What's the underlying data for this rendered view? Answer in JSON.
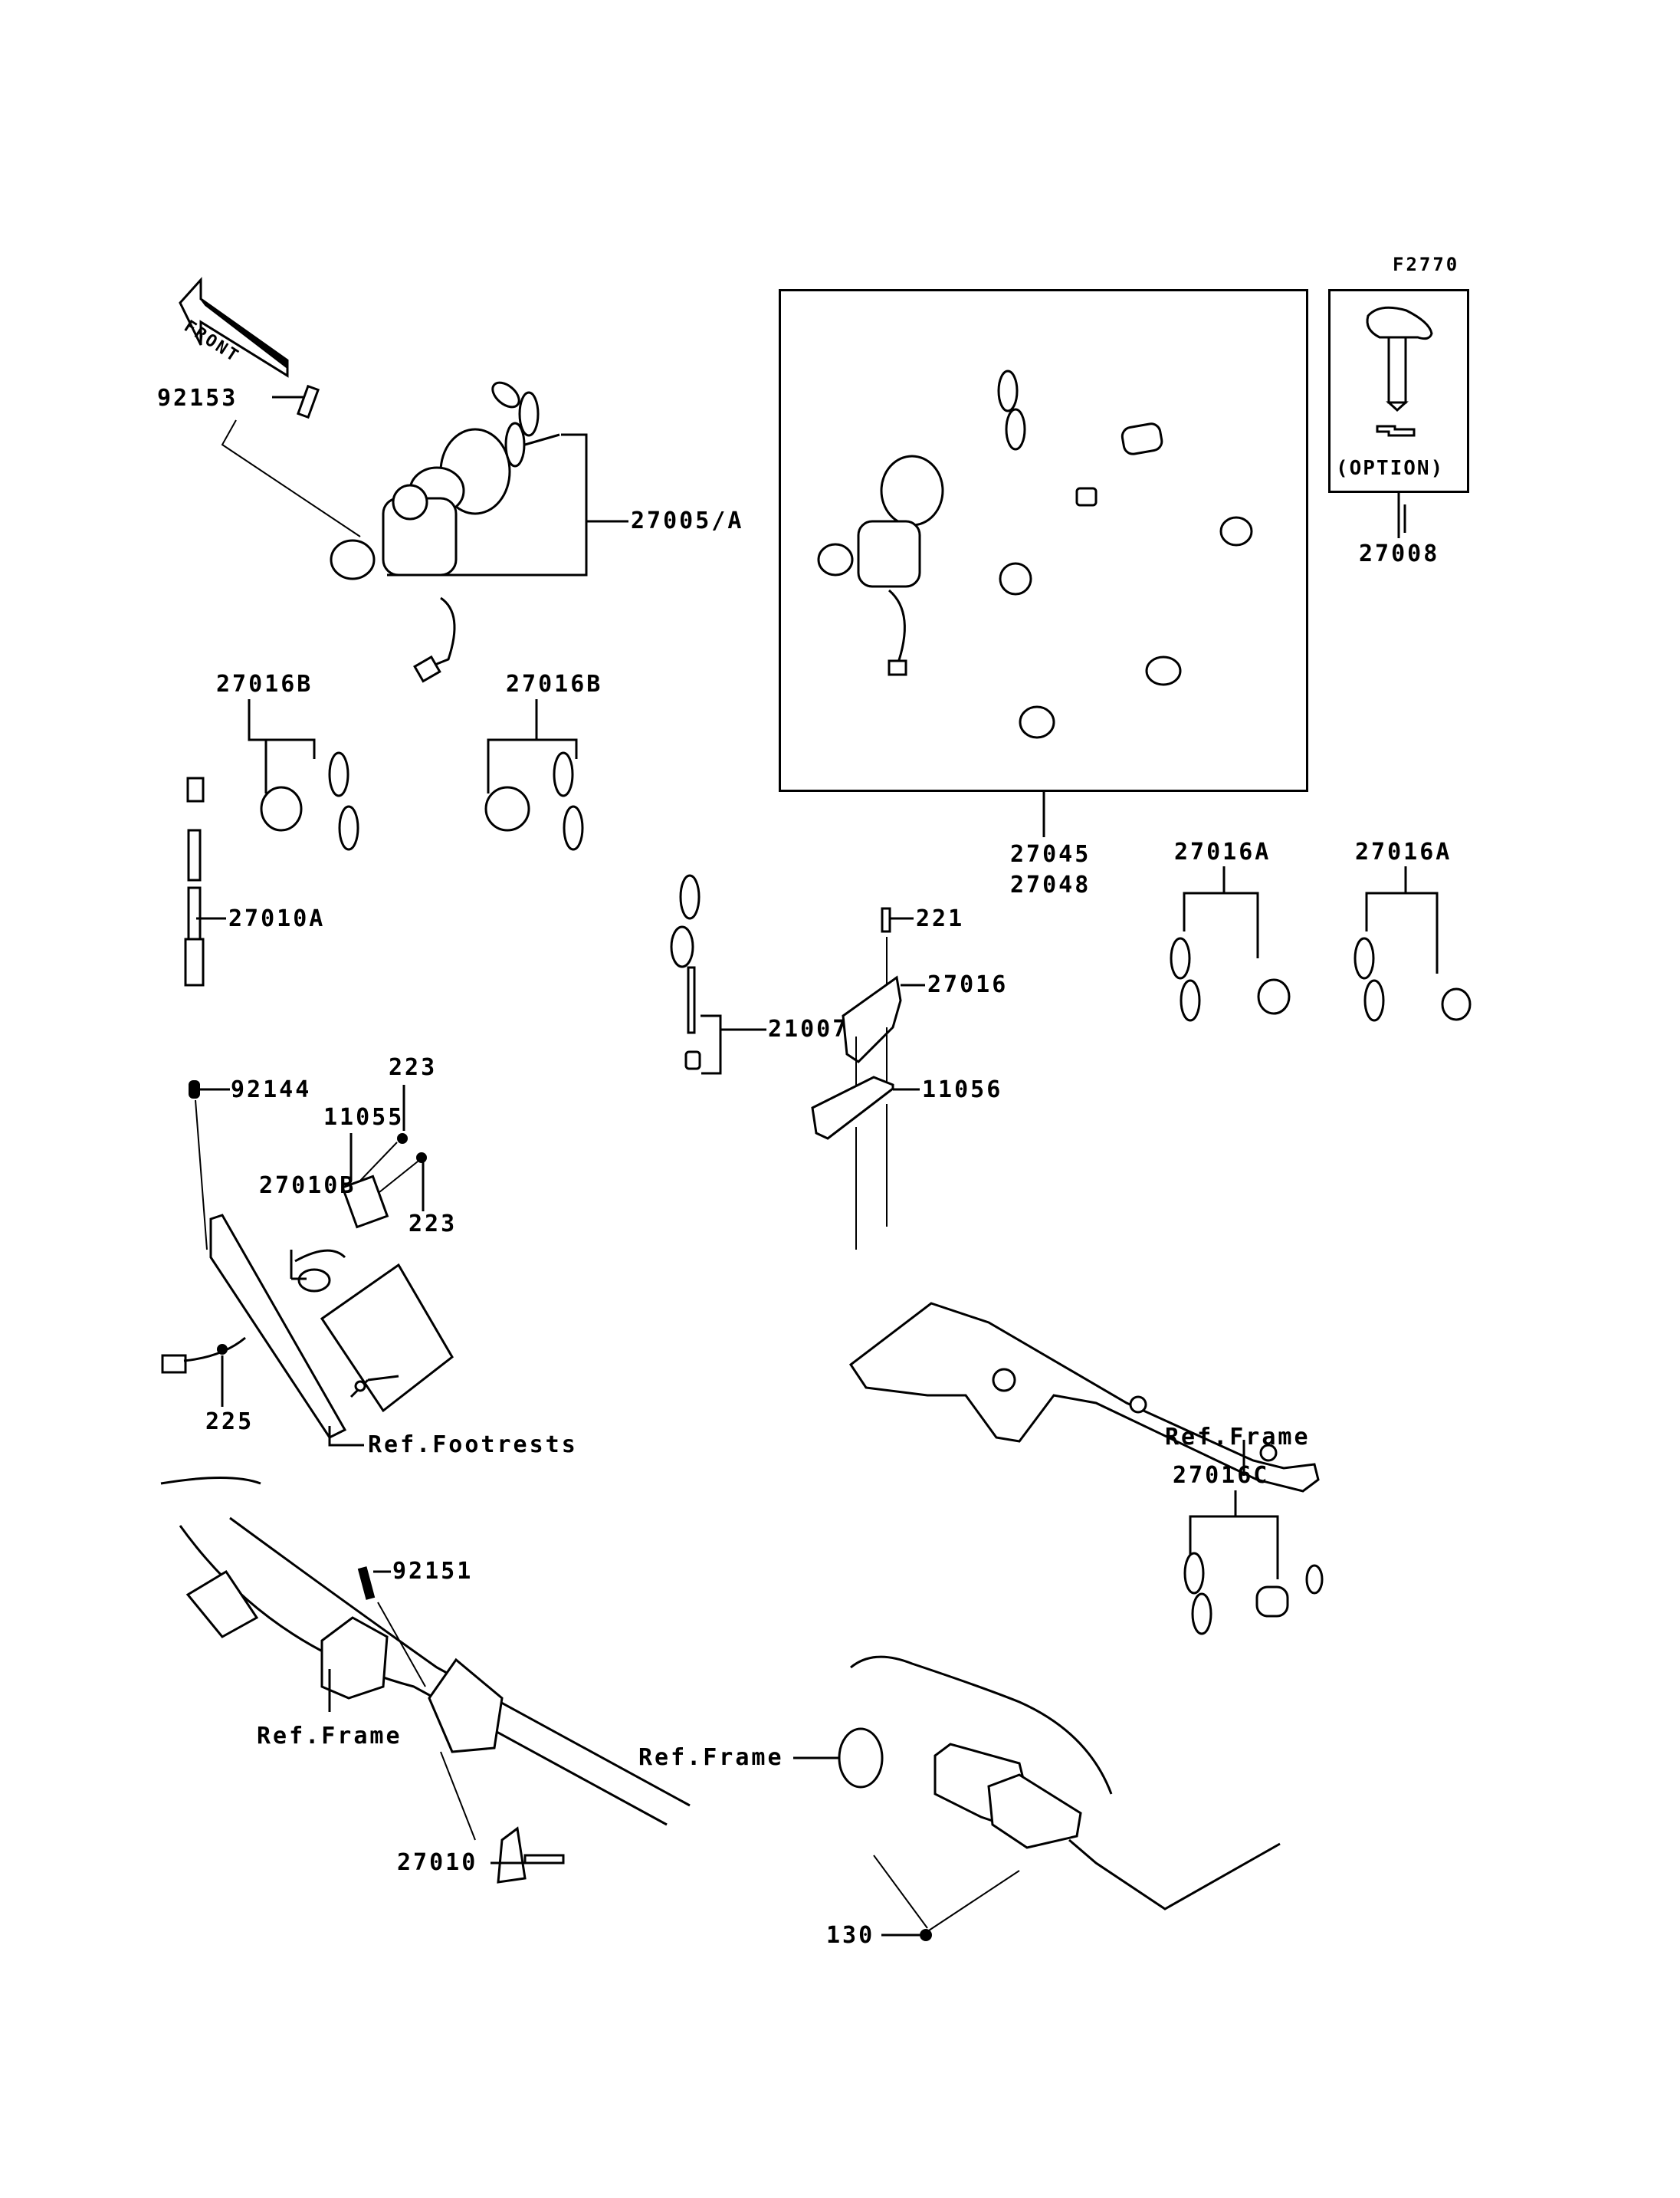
{
  "figure_code": "F2770",
  "front_arrow": {
    "label": "FRONT",
    "icon": "front-direction-arrow-icon"
  },
  "option_box": {
    "label": "(OPTION)",
    "part_number": "27008",
    "icon": "blank-key-icon"
  },
  "kit_box": {
    "part_numbers": [
      "27045",
      "27048"
    ]
  },
  "callouts": {
    "p92153": "92153",
    "p27005A": "27005/A",
    "p27016B_1": "27016B",
    "p27016B_2": "27016B",
    "p27010A": "27010A",
    "p92144": "92144",
    "p223_1": "223",
    "p11055": "11055",
    "p223_2": "223",
    "p27010B": "27010B",
    "p225": "225",
    "ref_footrests": "Ref.Footrests",
    "p21007": "21007",
    "p221": "221",
    "p27016": "27016",
    "p11056": "11056",
    "p27016A_1": "27016A",
    "p27016A_2": "27016A",
    "ref_frame_right": "Ref.Frame",
    "p92151": "92151",
    "ref_frame_left": "Ref.Frame",
    "p27010": "27010",
    "ref_frame_center": "Ref.Frame",
    "p27016C": "27016C",
    "p130": "130"
  }
}
